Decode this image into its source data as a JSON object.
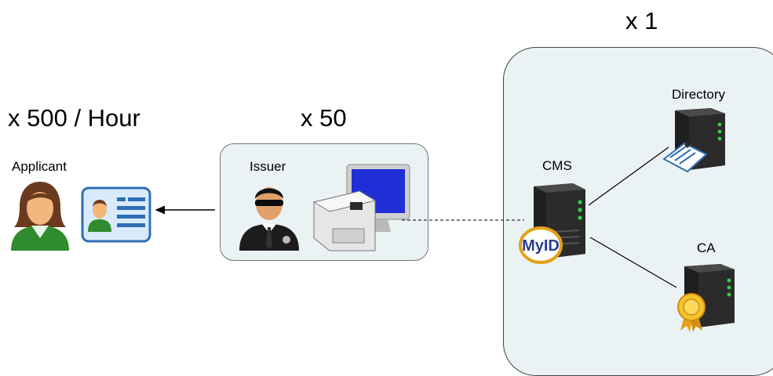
{
  "applicant": {
    "rate": "x 500 / Hour",
    "label": "Applicant"
  },
  "issuer": {
    "count": "x 50",
    "label": "Issuer"
  },
  "backend": {
    "count": "x 1",
    "cms_label": "CMS",
    "cms_logo": "MyID",
    "directory_label": "Directory",
    "ca_label": "CA"
  },
  "colors": {
    "panel_fill": "#eaf2f4",
    "server_body": "#1f1f1f",
    "server_led": "#35d14a"
  }
}
